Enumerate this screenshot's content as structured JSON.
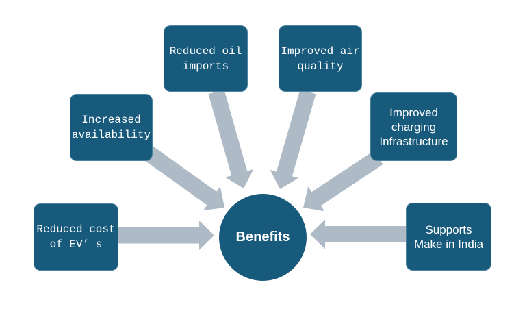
{
  "palette": {
    "node_fill": "#175A7C",
    "arrow_fill": "#AEBAC6",
    "text_color": "#FFFFFF",
    "background": "#FFFFFF"
  },
  "center": {
    "id": "benefits",
    "label": "Benefits"
  },
  "nodes": [
    {
      "id": "reduced-cost-of-evs",
      "label": "Reduced cost\nof EV’ s"
    },
    {
      "id": "increased-availability",
      "label": "Increased\navailability"
    },
    {
      "id": "reduced-oil-imports",
      "label": "Reduced oil\nimports"
    },
    {
      "id": "improved-air-quality",
      "label": "Improved air\nquality"
    },
    {
      "id": "improved-charging-infrastructure",
      "label": "Improved\ncharging\nInfrastructure"
    },
    {
      "id": "supports-make-in-india",
      "label": "Supports\nMake in India"
    }
  ],
  "connections": [
    {
      "from": "reduced-cost-of-evs",
      "to": "benefits"
    },
    {
      "from": "increased-availability",
      "to": "benefits"
    },
    {
      "from": "reduced-oil-imports",
      "to": "benefits"
    },
    {
      "from": "improved-air-quality",
      "to": "benefits"
    },
    {
      "from": "improved-charging-infrastructure",
      "to": "benefits"
    },
    {
      "from": "supports-make-in-india",
      "to": "benefits"
    }
  ]
}
